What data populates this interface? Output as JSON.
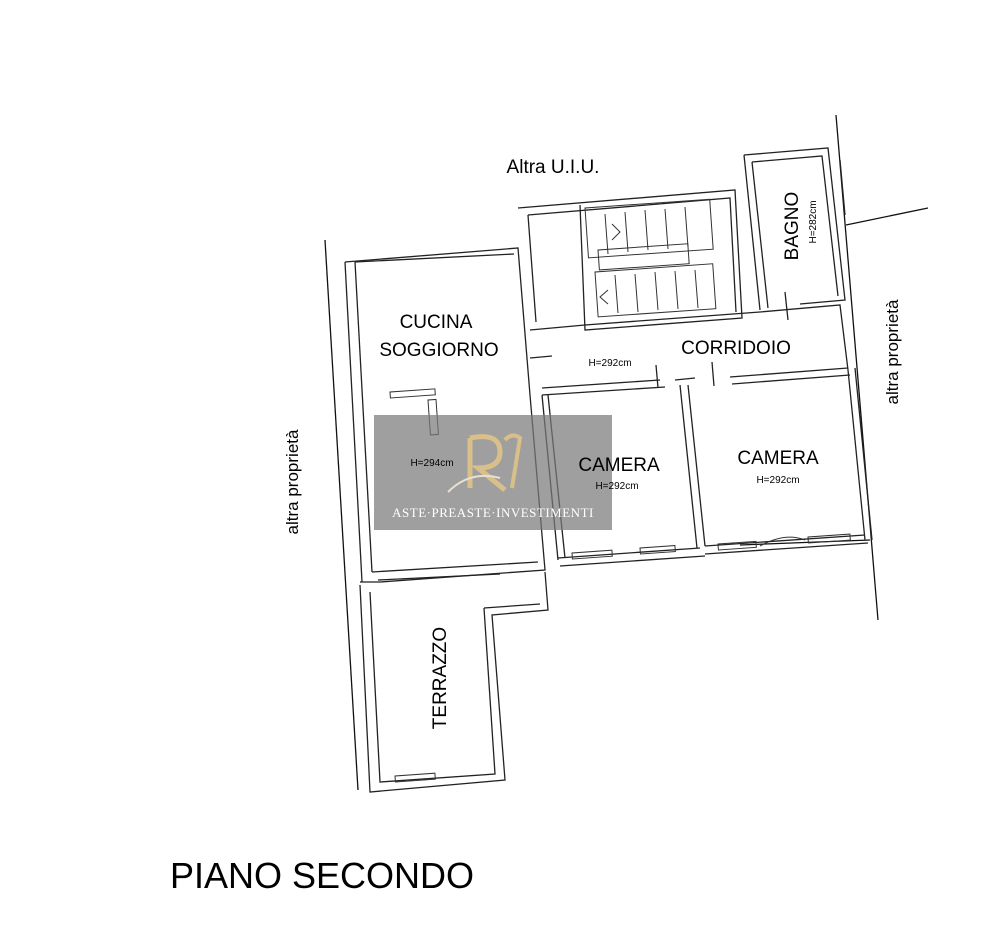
{
  "plan": {
    "title": "PIANO SECONDO",
    "neighbors": {
      "top": "Altra U.I.U.",
      "left": "altra proprietà",
      "right": "altra proprietà"
    },
    "rooms": {
      "cucina_line1": "CUCINA",
      "cucina_line2": "SOGGIORNO",
      "cucina_height": "H=294cm",
      "corridoio": "CORRIDOIO",
      "corridoio_height": "H=292cm",
      "bagno": "BAGNO",
      "bagno_height": "H=282cm",
      "camera1": "CAMERA",
      "camera1_height": "H=292cm",
      "camera2": "CAMERA",
      "camera2_height": "H=292cm",
      "terrazzo": "TERRAZZO"
    },
    "watermark": {
      "text": "ASTE·PREASTE·INVESTIMENTI",
      "monogram": "RI"
    },
    "colors": {
      "wall": "#222222",
      "watermark_bg": "#7a7a7a",
      "watermark_gold": "#d9c08a"
    }
  }
}
